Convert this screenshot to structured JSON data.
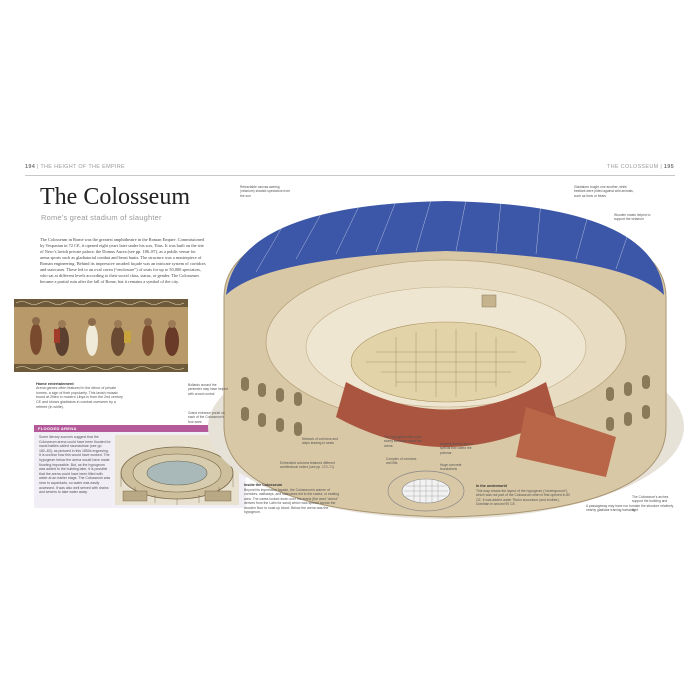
{
  "header": {
    "left_page": "194",
    "left_section": "THE HEIGHT OF THE EMPIRE",
    "right_section": "THE COLOSSEUM",
    "right_page": "195"
  },
  "title": "The Colosseum",
  "subtitle": "Rome’s great stadium of slaughter",
  "intro": "The Colosseum in Rome was the greatest amphitheatre in the Roman Empire. Commissioned by Vespasian in 72 CE, it opened eight years later under his son, Titus. It was built on the site of Nero’s lavish private palace, the Domus Aurea (see pp. 186–87), as a public venue for arena sports such as gladiatorial combat and beast hunts. The structure was a masterpiece of Roman engineering. Behind its impressive arcaded façade was an intricate system of corridors and staircases. These led to an oval cavea (“enclosure”) of seats for up to 50,000 spectators, who sat at different levels according to their social class, status, or gender. The Colosseum became a partial ruin after the fall of Rome, but it remains a symbol of the city.",
  "home": {
    "heading": "Home entertainment",
    "text": "Arena games often featured in the décor of private homes, a sign of their popularity. This lavish mosaic found at Zliten in modern Libya is from the 2nd century CE and shows gladiators in combat overseen by a referee (in white)."
  },
  "flooded": {
    "heading": "FLOODED ARENA",
    "text": "Some literary sources suggest that the Colosseum arena could have been flooded for naval battles called naumachiae (see pp. 182–83), as pictured in this 1850s engraving. It is unclear how this would have worked. The hypogeum below the arena would have made flooding impossible. But, as the hypogeum was added to the building later, it is possible that the arena could have been filled with water at an earlier stage. The Colosseum was near to aqueducts, so water was easily accessed. It was also well served with drains and sewers to take water away."
  },
  "annotations": {
    "awning": "Retractable canvas awning (velarium) shaded spectators from the sun",
    "gladiators": "Gladiators fought one another, while bestiarii were pitted against wild animals, such as lions or bears",
    "masts": "Wooden masts helped to support the velarium",
    "bollards": "Bollards around the perimeter may have helped with crowd control",
    "columns": "Grand entrance portal on each of the Colosseum’s four axes",
    "network": "Network of corridors and steps leading to seats",
    "engaged": "Embedded columns featured different architectural orders (see pp. 170–71)",
    "hypogeum": "The hypogeum was a two-storey structure under the arena",
    "complex": "Complex of corridors and lifts",
    "imperial": "Imperial family sat in a special box called the pulvinar",
    "foundations": "Huge concrete foundations",
    "passageway": "A passageway may have run to nearby gladiator training barracks",
    "arches": "The Colosseum’s arches support the building and make the structure relatively light"
  },
  "inside": {
    "heading": "Inside the Colosseum",
    "text": "Beyond its impressive façade, the Colosseum’s warren of corridors, walkways, and staircases led to the cavea, or seating area. The cavea looked down over the arena (the word “arena” derives from the Latin for sand) which was spread across the wooden floor to soak up blood. Below the arena was the hypogeum."
  },
  "underworld": {
    "heading": "In the underworld",
    "text": "This map shows the layout of the hypogeum (“underground”), which was not part of the Colosseum when it first opened in 80 CE. It was added under Titus’s successor (and brother), Domitian in around 90 CE."
  },
  "colors": {
    "accent": "#b45a9a",
    "sky_awning": "#3d57a8",
    "stone": "#d9c8a6",
    "brick": "#a9553f"
  }
}
